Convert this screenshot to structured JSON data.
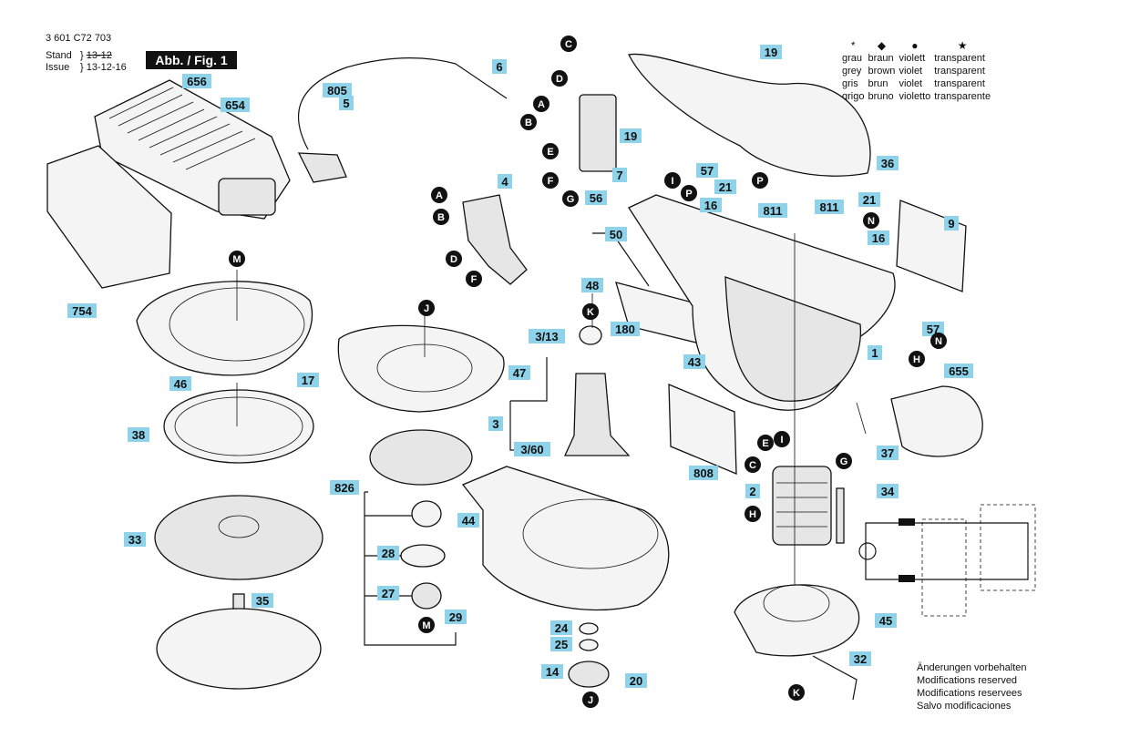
{
  "header": {
    "doc_number": "3 601 C72 703",
    "stand_label": "Stand",
    "stand_value": "13-12",
    "issue_label": "Issue",
    "issue_value": "13-12-16",
    "figure_label": "Abb. / Fig. 1"
  },
  "legend": {
    "symbols": [
      "*",
      "◆",
      "●",
      "★"
    ],
    "rows": [
      [
        "grau",
        "braun",
        "violett",
        "transparent"
      ],
      [
        "grey",
        "brown",
        "violet",
        "transparent"
      ],
      [
        "gris",
        "brun",
        "violet",
        "transparent"
      ],
      [
        "grigo",
        "bruno",
        "violetto",
        "transparente"
      ]
    ]
  },
  "notes": [
    "Änderungen vorbehalten",
    "Modifications reserved",
    "Modifications reservees",
    "Salvo modificaciones"
  ],
  "part_tags": [
    "1",
    "2",
    "3",
    "3/13",
    "3/60",
    "4",
    "5",
    "6",
    "7",
    "9",
    "14",
    "16",
    "17",
    "19",
    "20",
    "21",
    "24",
    "25",
    "27",
    "28",
    "29",
    "32",
    "33",
    "34",
    "35",
    "36",
    "37",
    "38",
    "43",
    "44",
    "45",
    "46",
    "47",
    "48",
    "50",
    "56",
    "57",
    "180",
    "654",
    "655",
    "656",
    "754",
    "805",
    "808",
    "811",
    "826"
  ],
  "wire_letters": [
    "A",
    "B",
    "C",
    "D",
    "E",
    "F",
    "G",
    "H",
    "I",
    "J",
    "K",
    "M",
    "N",
    "P"
  ],
  "colors": {
    "tag_fill": "#8fd3ea",
    "ink": "#111111"
  }
}
